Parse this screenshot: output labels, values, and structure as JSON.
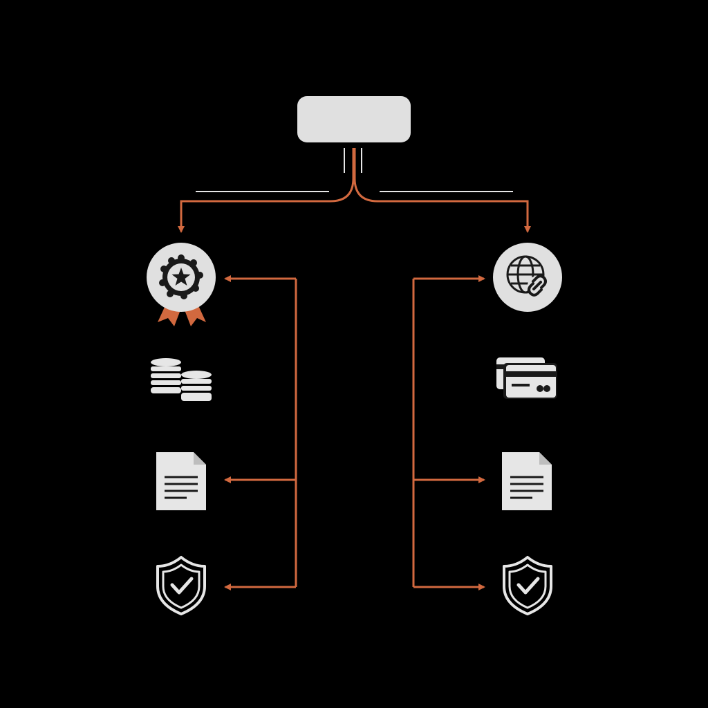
{
  "diagram": {
    "background_color": "#000000",
    "connector_color": "#d2693f",
    "icon_color": "#e6e6e6",
    "node_fill": "#e0e0e0",
    "root": {
      "label": "",
      "shape": "rounded-rectangle"
    },
    "branches": [
      {
        "name": "left",
        "head_icon": "award-rosette-icon",
        "items": [
          {
            "icon": "coin-stacks-icon",
            "connected": false
          },
          {
            "icon": "document-icon",
            "connected": true
          },
          {
            "icon": "shield-check-icon",
            "connected": true
          }
        ]
      },
      {
        "name": "right",
        "head_icon": "globe-link-icon",
        "items": [
          {
            "icon": "credit-cards-icon",
            "connected": false
          },
          {
            "icon": "document-icon",
            "connected": true
          },
          {
            "icon": "shield-check-icon",
            "connected": true
          }
        ]
      }
    ]
  }
}
